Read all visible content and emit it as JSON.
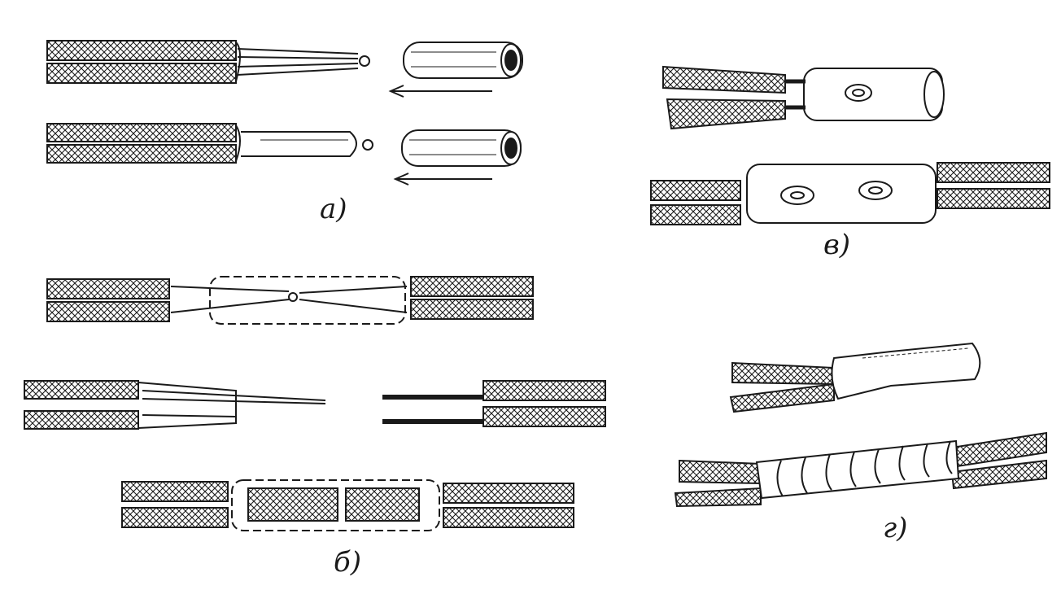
{
  "panels": [
    {
      "id": "a",
      "label": "а)"
    },
    {
      "id": "b",
      "label": "б)"
    },
    {
      "id": "v",
      "label": "в)"
    },
    {
      "id": "g",
      "label": "г)"
    }
  ],
  "colors": {
    "ink": "#1a1a1a",
    "paper": "#ffffff"
  }
}
